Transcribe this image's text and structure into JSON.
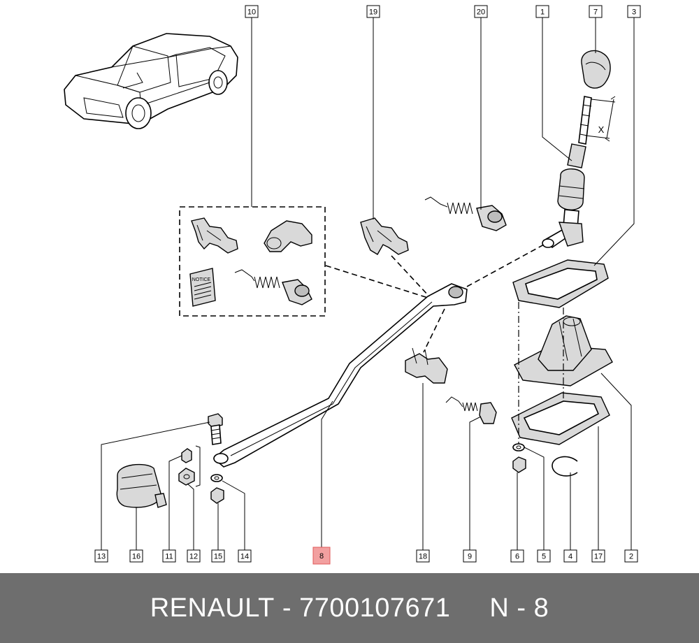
{
  "labels": [
    {
      "num": "10",
      "highlight": false
    },
    {
      "num": "19",
      "highlight": false
    },
    {
      "num": "20",
      "highlight": false
    },
    {
      "num": "1",
      "highlight": false
    },
    {
      "num": "7",
      "highlight": false
    },
    {
      "num": "3",
      "highlight": false
    },
    {
      "num": "13",
      "highlight": false
    },
    {
      "num": "16",
      "highlight": false
    },
    {
      "num": "11",
      "highlight": false
    },
    {
      "num": "12",
      "highlight": false
    },
    {
      "num": "15",
      "highlight": false
    },
    {
      "num": "14",
      "highlight": false
    },
    {
      "num": "8",
      "highlight": true
    },
    {
      "num": "18",
      "highlight": false
    },
    {
      "num": "9",
      "highlight": false
    },
    {
      "num": "6",
      "highlight": false
    },
    {
      "num": "5",
      "highlight": false
    },
    {
      "num": "4",
      "highlight": false
    },
    {
      "num": "17",
      "highlight": false
    },
    {
      "num": "2",
      "highlight": false
    }
  ],
  "dimension_label": "X",
  "booklet_text": "NOTICE",
  "footer": {
    "brand": "RENAULT",
    "dash": "-",
    "part_number": "7700107671",
    "position": "N - 8"
  },
  "colors": {
    "footer_bg": "#6e6e6e",
    "footer_text": "#ffffff",
    "highlight": "#f2a0a0"
  }
}
